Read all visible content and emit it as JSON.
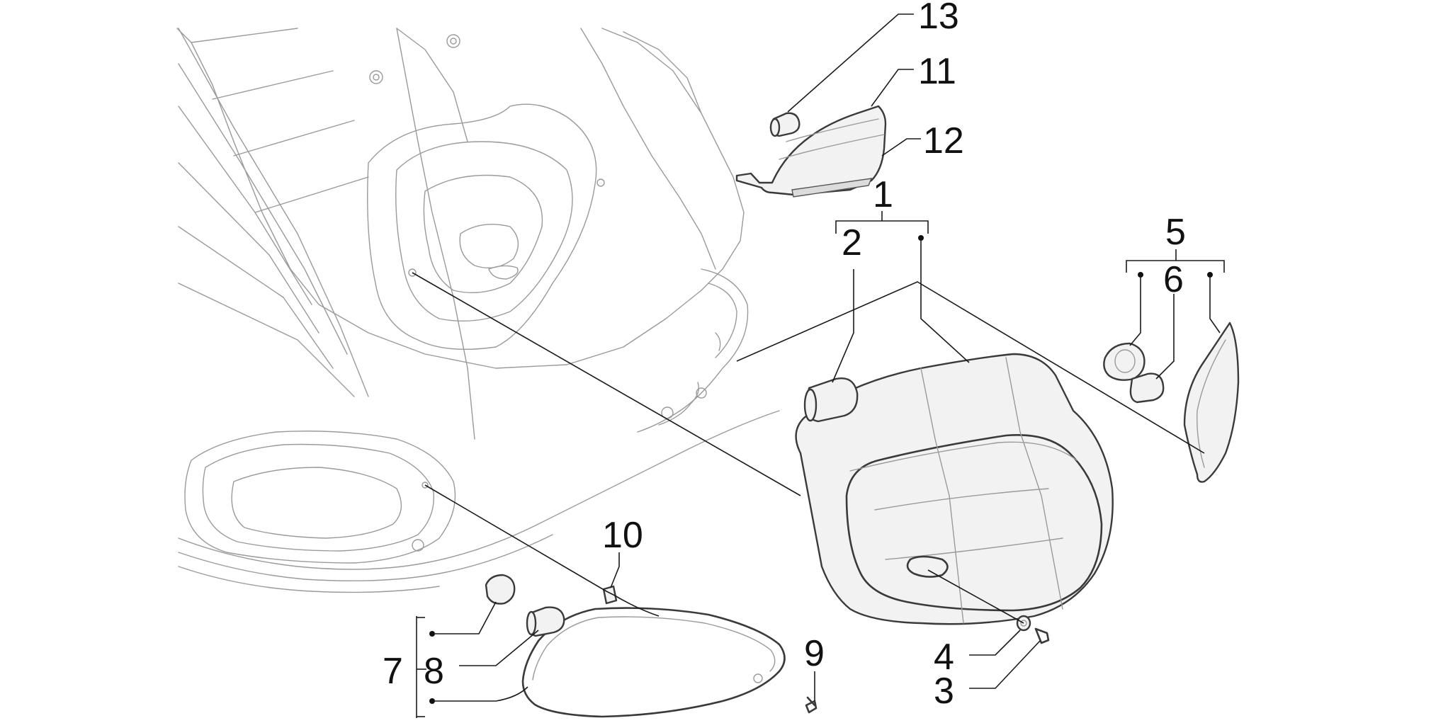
{
  "diagram": {
    "callouts": [
      {
        "id": "13",
        "label": "13"
      },
      {
        "id": "11",
        "label": "11"
      },
      {
        "id": "12",
        "label": "12"
      },
      {
        "id": "1",
        "label": "1"
      },
      {
        "id": "2",
        "label": "2"
      },
      {
        "id": "5",
        "label": "5"
      },
      {
        "id": "6",
        "label": "6"
      },
      {
        "id": "10",
        "label": "10"
      },
      {
        "id": "9",
        "label": "9"
      },
      {
        "id": "7",
        "label": "7"
      },
      {
        "id": "8",
        "label": "8"
      },
      {
        "id": "4",
        "label": "4"
      },
      {
        "id": "3",
        "label": "3"
      }
    ]
  }
}
